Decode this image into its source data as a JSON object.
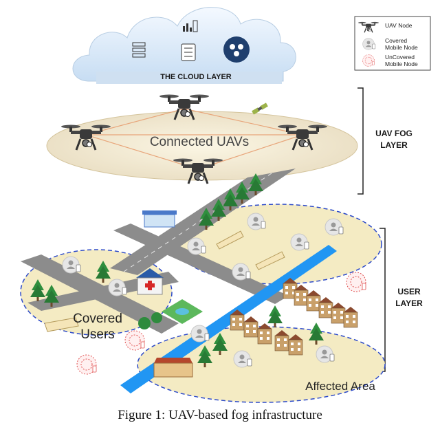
{
  "cloud": {
    "title": "THE CLOUD LAYER"
  },
  "fog": {
    "center_label": "Connected UAVs",
    "side_label": [
      "UAV FOG",
      "LAYER"
    ]
  },
  "user": {
    "side_label": [
      "USER",
      "LAYER"
    ],
    "covered_label": [
      "Covered",
      "Users"
    ],
    "affected_label": "Affected Area"
  },
  "legend": {
    "items": [
      {
        "icon": "drone-icon",
        "label": "UAV Node"
      },
      {
        "icon": "covered-node-icon",
        "label": "Covered Mobile Node"
      },
      {
        "icon": "uncovered-node-icon",
        "label": "UnCovered Mobile Node"
      }
    ],
    "label_lines": [
      [
        "UAV Node"
      ],
      [
        "Covered",
        "Mobile Node"
      ],
      [
        "UnCovered",
        "Mobile Node"
      ]
    ]
  },
  "caption": "Figure 1: UAV-based fog infrastructure",
  "colors": {
    "cloud": "#d6e7f7",
    "ellipse": "#f4ebc3",
    "road": "#8c8c8c",
    "river": "#2196f3",
    "uncovered": "#e05050",
    "tree": "#2e8b3d"
  }
}
